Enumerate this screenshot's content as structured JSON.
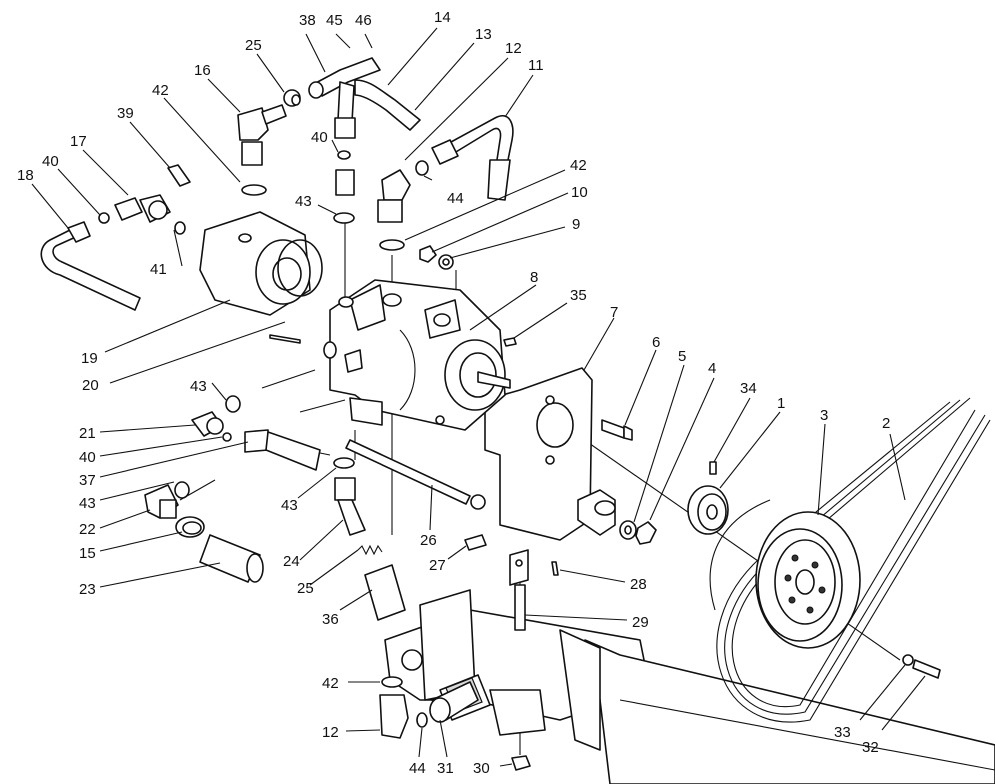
{
  "callouts": [
    {
      "id": "c1",
      "label": "1"
    },
    {
      "id": "c2",
      "label": "2"
    },
    {
      "id": "c3",
      "label": "3"
    },
    {
      "id": "c4",
      "label": "4"
    },
    {
      "id": "c5",
      "label": "5"
    },
    {
      "id": "c6",
      "label": "6"
    },
    {
      "id": "c7",
      "label": "7"
    },
    {
      "id": "c8",
      "label": "8"
    },
    {
      "id": "c9",
      "label": "9"
    },
    {
      "id": "c10",
      "label": "10"
    },
    {
      "id": "c11",
      "label": "11"
    },
    {
      "id": "c12a",
      "label": "12"
    },
    {
      "id": "c12b",
      "label": "12"
    },
    {
      "id": "c13",
      "label": "13"
    },
    {
      "id": "c14",
      "label": "14"
    },
    {
      "id": "c15",
      "label": "15"
    },
    {
      "id": "c16",
      "label": "16"
    },
    {
      "id": "c17",
      "label": "17"
    },
    {
      "id": "c18",
      "label": "18"
    },
    {
      "id": "c19",
      "label": "19"
    },
    {
      "id": "c20",
      "label": "20"
    },
    {
      "id": "c21",
      "label": "21"
    },
    {
      "id": "c22",
      "label": "22"
    },
    {
      "id": "c23",
      "label": "23"
    },
    {
      "id": "c24",
      "label": "24"
    },
    {
      "id": "c25a",
      "label": "25"
    },
    {
      "id": "c25b",
      "label": "25"
    },
    {
      "id": "c26",
      "label": "26"
    },
    {
      "id": "c27",
      "label": "27"
    },
    {
      "id": "c28",
      "label": "28"
    },
    {
      "id": "c29",
      "label": "29"
    },
    {
      "id": "c30",
      "label": "30"
    },
    {
      "id": "c31",
      "label": "31"
    },
    {
      "id": "c32",
      "label": "32"
    },
    {
      "id": "c33",
      "label": "33"
    },
    {
      "id": "c34",
      "label": "34"
    },
    {
      "id": "c35",
      "label": "35"
    },
    {
      "id": "c36",
      "label": "36"
    },
    {
      "id": "c37",
      "label": "37"
    },
    {
      "id": "c38",
      "label": "38"
    },
    {
      "id": "c39",
      "label": "39"
    },
    {
      "id": "c40a",
      "label": "40"
    },
    {
      "id": "c40b",
      "label": "40"
    },
    {
      "id": "c40c",
      "label": "40"
    },
    {
      "id": "c41",
      "label": "41"
    },
    {
      "id": "c42a",
      "label": "42"
    },
    {
      "id": "c42b",
      "label": "42"
    },
    {
      "id": "c42c",
      "label": "42"
    },
    {
      "id": "c43a",
      "label": "43"
    },
    {
      "id": "c43b",
      "label": "43"
    },
    {
      "id": "c43c",
      "label": "43"
    },
    {
      "id": "c43d",
      "label": "43"
    },
    {
      "id": "c44a",
      "label": "44"
    },
    {
      "id": "c44b",
      "label": "44"
    },
    {
      "id": "c45",
      "label": "45"
    },
    {
      "id": "c46",
      "label": "46"
    }
  ]
}
